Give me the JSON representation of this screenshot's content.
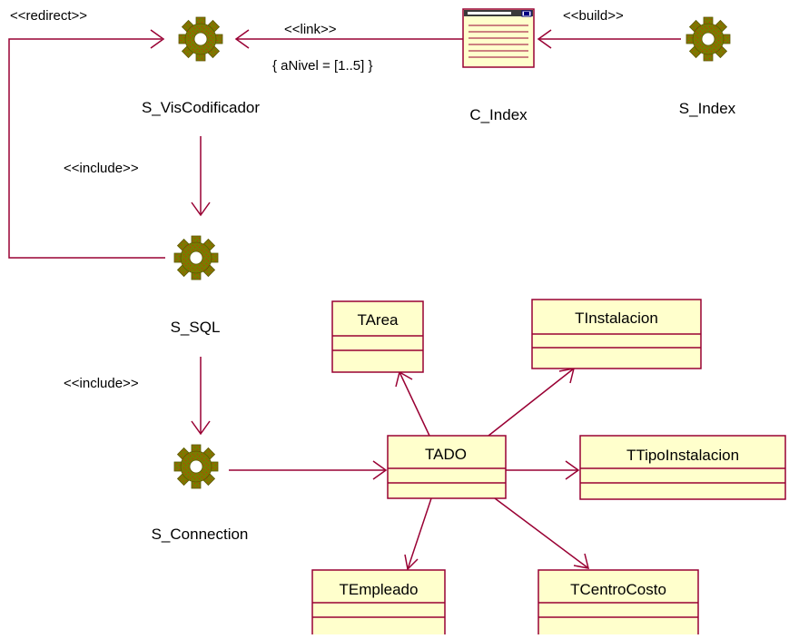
{
  "colors": {
    "line": "#990033",
    "box_fill": "#FFFFCC",
    "box_border": "#990033",
    "gear_fill": "#7A7A00",
    "gear_speckle": "#CC3300",
    "page_icon_stripe": "#990033"
  },
  "components": {
    "s_viscodificador": {
      "name": "S_VisCodificador",
      "icon": "gear-icon"
    },
    "c_index": {
      "name": "C_Index",
      "icon": "client-page-icon"
    },
    "s_index": {
      "name": "S_Index",
      "icon": "gear-icon"
    },
    "s_sql": {
      "name": "S_SQL",
      "icon": "gear-icon"
    },
    "s_connection": {
      "name": "S_Connection",
      "icon": "gear-icon"
    }
  },
  "classes": {
    "tarea": "TArea",
    "tinstalacion": "TInstalacion",
    "tado": "TADO",
    "ttipoinstalacion": "TTipoInstalacion",
    "templeado": "TEmpleado",
    "tcentrocosto": "TCentroCosto"
  },
  "relations": {
    "redirect": "<<redirect>>",
    "link": "<<link>>",
    "link_constraint": "{ aNivel = [1..5] }",
    "build": "<<build>>",
    "include_sql": "<<include>>",
    "include_connection": "<<include>>"
  }
}
